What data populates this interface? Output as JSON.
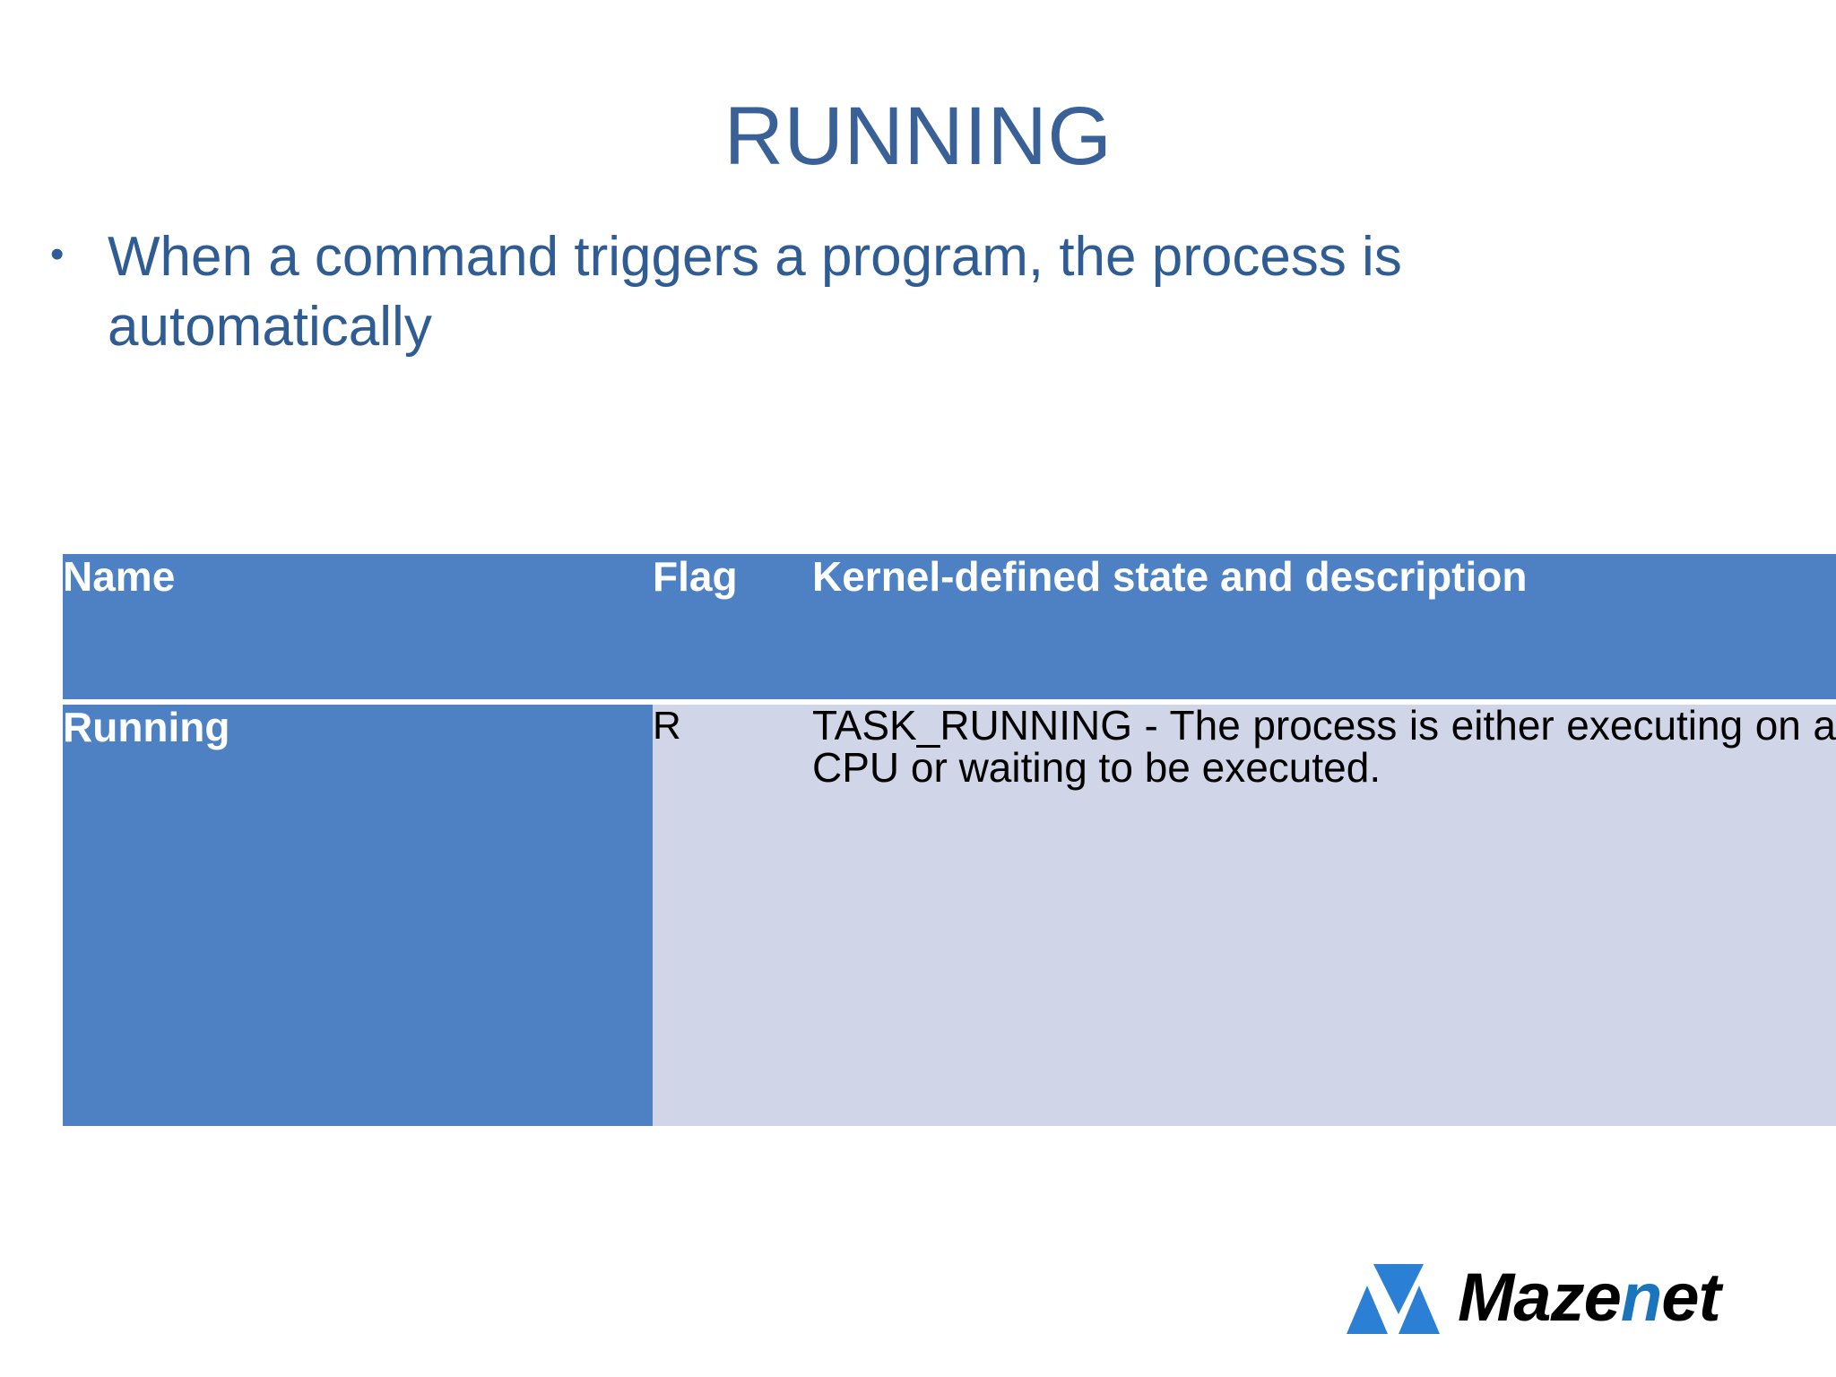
{
  "slide": {
    "title": "RUNNING",
    "title_color": "#3A6098",
    "background_color": "#ffffff"
  },
  "body": {
    "bullet_marker": "•",
    "bullet_lines": [
      "When a command triggers a program, the process",
      "is automatically"
    ],
    "bullet_text": "When a command triggers a program, the process is automatically",
    "text_color": "#2F5C93"
  },
  "table": {
    "header_bg": "#4E81C3",
    "header_text_color": "#ffffff",
    "name_cell_bg": "#4E81C3",
    "data_cell_bg": "#D0D5E7",
    "data_text_color": "#000000",
    "columns": [
      "Name",
      "Flag",
      "Kernel-defined state and  description"
    ],
    "rows": [
      {
        "name": "Running",
        "flag": "R",
        "description": "TASK_RUNNING - The process is either executing on a CPU or waiting to be executed."
      }
    ]
  },
  "logo": {
    "mark_name": "mazenet-triangles-mark",
    "mark_color": "#2B7FD4",
    "word_part_1": "Maze",
    "word_part_2": "n",
    "word_part_3": "et",
    "accent_color": "#1B75BC",
    "full_text": "Mazenet"
  }
}
